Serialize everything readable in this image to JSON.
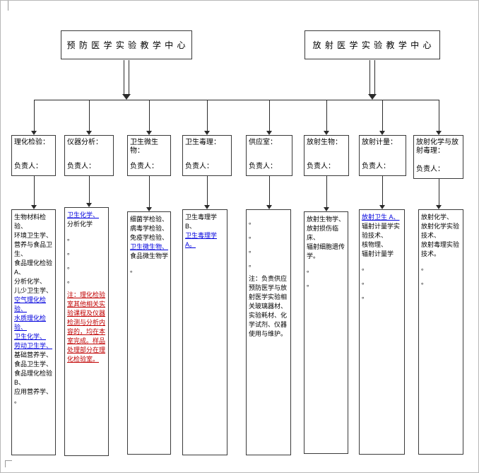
{
  "colors": {
    "line": "#2b2b2b",
    "box_border": "#3a3a3a",
    "text": "#000000",
    "link": "#0000dd",
    "note_red": "#c00000"
  },
  "top_centers": [
    {
      "label": "预 防 医 学 实 验 教 学 中 心"
    },
    {
      "label": "放 射 医 学 实 验 教 学 中 心"
    }
  ],
  "manager_label": "负责人：",
  "departments": [
    {
      "title": "理化检验：",
      "courses": [
        {
          "text": "生物材料检验、"
        },
        {
          "text": "环境卫生学、"
        },
        {
          "text": "营养与食品卫生、"
        },
        {
          "text": "食品理化检验 A、"
        },
        {
          "text": "分析化学、"
        },
        {
          "text": "儿少卫生学、"
        },
        {
          "text": "空气理化检验、",
          "style": "link"
        },
        {
          "text": "水质理化检验、",
          "style": "link"
        },
        {
          "text": "卫生化学、",
          "style": "link"
        },
        {
          "text": "劳动卫生学、",
          "style": "link"
        },
        {
          "text": "基础营养学、"
        },
        {
          "text": "食品卫生学、"
        },
        {
          "text": "食品理化检验 B、"
        },
        {
          "text": "应用营养学、"
        },
        {
          "text": "。"
        }
      ]
    },
    {
      "title": "仪器分析：",
      "courses": [
        {
          "text": "卫生化学、",
          "style": "link"
        },
        {
          "text": "分析化学"
        },
        {
          "text": "。",
          "style": "dot"
        },
        {
          "text": "。",
          "style": "dot"
        },
        {
          "text": "。",
          "style": "dot"
        },
        {
          "text": "。",
          "style": "dot"
        },
        {
          "text": "注：理化检验室其他相关实验课程及仪器检测与分析内容的，均在本室完成。样品处理部分在理化检验室。",
          "style": "red"
        }
      ]
    },
    {
      "title": "卫生微生物：",
      "courses": [
        {
          "text": "细菌学检验、"
        },
        {
          "text": "病毒学检验、"
        },
        {
          "text": "免疫学检验、"
        },
        {
          "text": "卫生微生物、",
          "style": "link"
        },
        {
          "text": "食品微生物学"
        },
        {
          "text": "。",
          "style": "dot"
        }
      ]
    },
    {
      "title": "卫生毒理：",
      "courses": [
        {
          "text": "卫生毒理学 B、"
        },
        {
          "text": "卫生毒理学 A。",
          "style": "link"
        }
      ]
    },
    {
      "title": "供应室：",
      "courses": [
        {
          "text": "。",
          "style": "dot"
        },
        {
          "text": "。",
          "style": "dot"
        },
        {
          "text": "。",
          "style": "dot"
        },
        {
          "text": "。",
          "style": "dot"
        },
        {
          "text": "注：负责供应预防医学与放射医学实验相关玻璃器材、实验耗材、化学试剂、仪器使用与维护。",
          "style": "note"
        }
      ]
    },
    {
      "title": "放射生物：",
      "courses": [
        {
          "text": "放射生物学、"
        },
        {
          "text": "放射损伤临床、"
        },
        {
          "text": "辐射细胞遗传学。"
        },
        {
          "text": "。",
          "style": "dot"
        },
        {
          "text": "。",
          "style": "dot"
        }
      ]
    },
    {
      "title": "放射计量：",
      "courses": [
        {
          "text": "放射卫生 A、",
          "style": "link"
        },
        {
          "text": "辐射计量学实验技术、"
        },
        {
          "text": "核物理、"
        },
        {
          "text": "辐射计量学"
        },
        {
          "text": "。",
          "style": "dot"
        },
        {
          "text": "。",
          "style": "dot"
        },
        {
          "text": "。",
          "style": "dot"
        }
      ]
    },
    {
      "title": "放射化学与放射毒理：",
      "courses": [
        {
          "text": "放射化学、"
        },
        {
          "text": "放射化学实验技术、"
        },
        {
          "text": "放射毒理实验技术。"
        },
        {
          "text": "。",
          "style": "dot"
        },
        {
          "text": "。",
          "style": "dot"
        }
      ]
    }
  ]
}
